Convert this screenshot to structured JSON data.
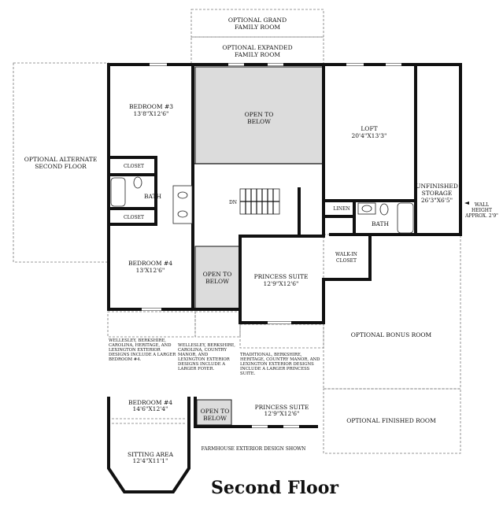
{
  "rooms": {
    "grand_family_line1": "OPTIONAL GRAND",
    "grand_family_line2": "FAMILY ROOM",
    "expanded_family_line1": "OPTIONAL EXPANDED",
    "expanded_family_line2": "FAMILY ROOM",
    "alternate_line1": "OPTIONAL ALTERNATE",
    "alternate_line2": "SECOND FLOOR",
    "bedroom3_name": "BEDROOM #3",
    "bedroom3_size": "13'8\"X12'6\"",
    "open_to_below_1_line1": "OPEN TO",
    "open_to_below_1_line2": "BELOW",
    "loft_name": "LOFT",
    "loft_size": "20'4\"X13'3\"",
    "storage_line1": "UNFINISHED",
    "storage_line2": "STORAGE",
    "storage_size": "26'3\"X6'5\"",
    "wall_height_line1": "WALL",
    "wall_height_line2": "HEIGHT",
    "wall_height_line3": "APPROX. 2'9\"",
    "closet_upper": "CLOSET",
    "closet_lower": "CLOSET",
    "bath_left": "BATH",
    "bath_right": "BATH",
    "linen": "LINEN",
    "dn": "DN",
    "walkin_line1": "WALK-IN",
    "walkin_line2": "CLOSET",
    "bedroom4_name": "BEDROOM #4",
    "bedroom4_size": "13'X12'6\"",
    "open_to_below_2_line1": "OPEN TO",
    "open_to_below_2_line2": "BELOW",
    "princess_name": "PRINCESS SUITE",
    "princess_size": "12'9\"X12'6\"",
    "bonus_room": "OPTIONAL BONUS ROOM",
    "finished_room": "OPTIONAL FINISHED ROOM"
  },
  "notes": {
    "note1": [
      "WELLESLEY, BERKSHIRE,",
      "CAROLINA, HERITAGE, AND",
      "LEXINGTON EXTERIOR",
      "DESIGNS INCLUDE A LARGER",
      "BEDROOM #4."
    ],
    "note2": [
      "WELLESLEY, BERKSHIRE,",
      "CAROLINA, COUNTRY",
      "MANOR, AND",
      "LEXINGTON EXTERIOR",
      "DESIGNS INCLUDE A",
      "LARGER FOYER."
    ],
    "note3": [
      "TRADITIONAL, BERKSHIRE,",
      "HERITAGE, COUNTRY MANOR, AND",
      "LEXINGTON EXTERIOR DESIGNS",
      "INCLUDE A LARGER PRINCESS",
      "SUITE."
    ]
  },
  "farmhouse": {
    "bedroom4_name": "BEDROOM #4",
    "bedroom4_size": "14'6\"X12'4\"",
    "open_line1": "OPEN TO",
    "open_line2": "BELOW",
    "princess_name": "PRINCESS SUITE",
    "princess_size": "12'9\"X12'6\"",
    "sitting_name": "SITTING AREA",
    "sitting_size": "12'4\"X11'1\"",
    "caption": "FARMHOUSE EXTERIOR DESIGN SHOWN"
  },
  "title": "Second Floor"
}
